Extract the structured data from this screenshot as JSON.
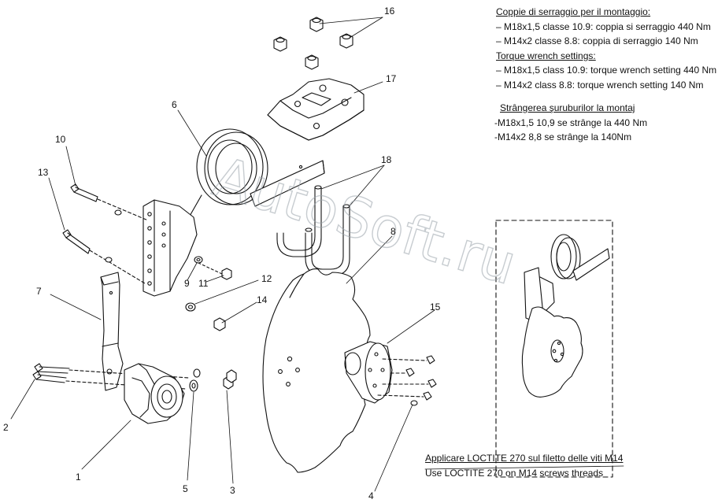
{
  "notes": {
    "it_heading": "Coppie di serraggio per il montaggio:",
    "it_items": [
      "–  M18x1,5 classe 10.9: coppia si serraggio 440 Nm",
      "–  M14x2 classe 8.8: coppia di serraggio 140 Nm"
    ],
    "en_heading": "Torque wrench settings:",
    "en_items": [
      "–  M18x1,5 class 10.9: torque wrench setting 440 Nm",
      "–  M14x2 class 8.8: torque wrench setting 140 Nm"
    ],
    "ro_heading": "Strângerea şuruburilor la montaj",
    "ro_items": [
      "-M18x1,5 10,9 se strânge la 440 Nm",
      "-M14x2 8,8 se strânge la 140Nm"
    ]
  },
  "loctite": {
    "it": "Applicare LOCTITE 270 sul filetto delle viti M14",
    "en": "Use LOCTITE 270 on M14 screws threads"
  },
  "part_labels": {
    "p1": "1",
    "p2": "2",
    "p3": "3",
    "p4": "4",
    "p5": "5",
    "p6": "6",
    "p7": "7",
    "p8": "8",
    "p9": "9",
    "p10": "10",
    "p11": "11",
    "p12": "12",
    "p13": "13",
    "p14": "14",
    "p15": "15",
    "p16": "16",
    "p17": "17",
    "p18": "18"
  },
  "watermark": "AutoSoft.ru",
  "colors": {
    "line": "#111111",
    "watermark": "#9aa3ab"
  }
}
